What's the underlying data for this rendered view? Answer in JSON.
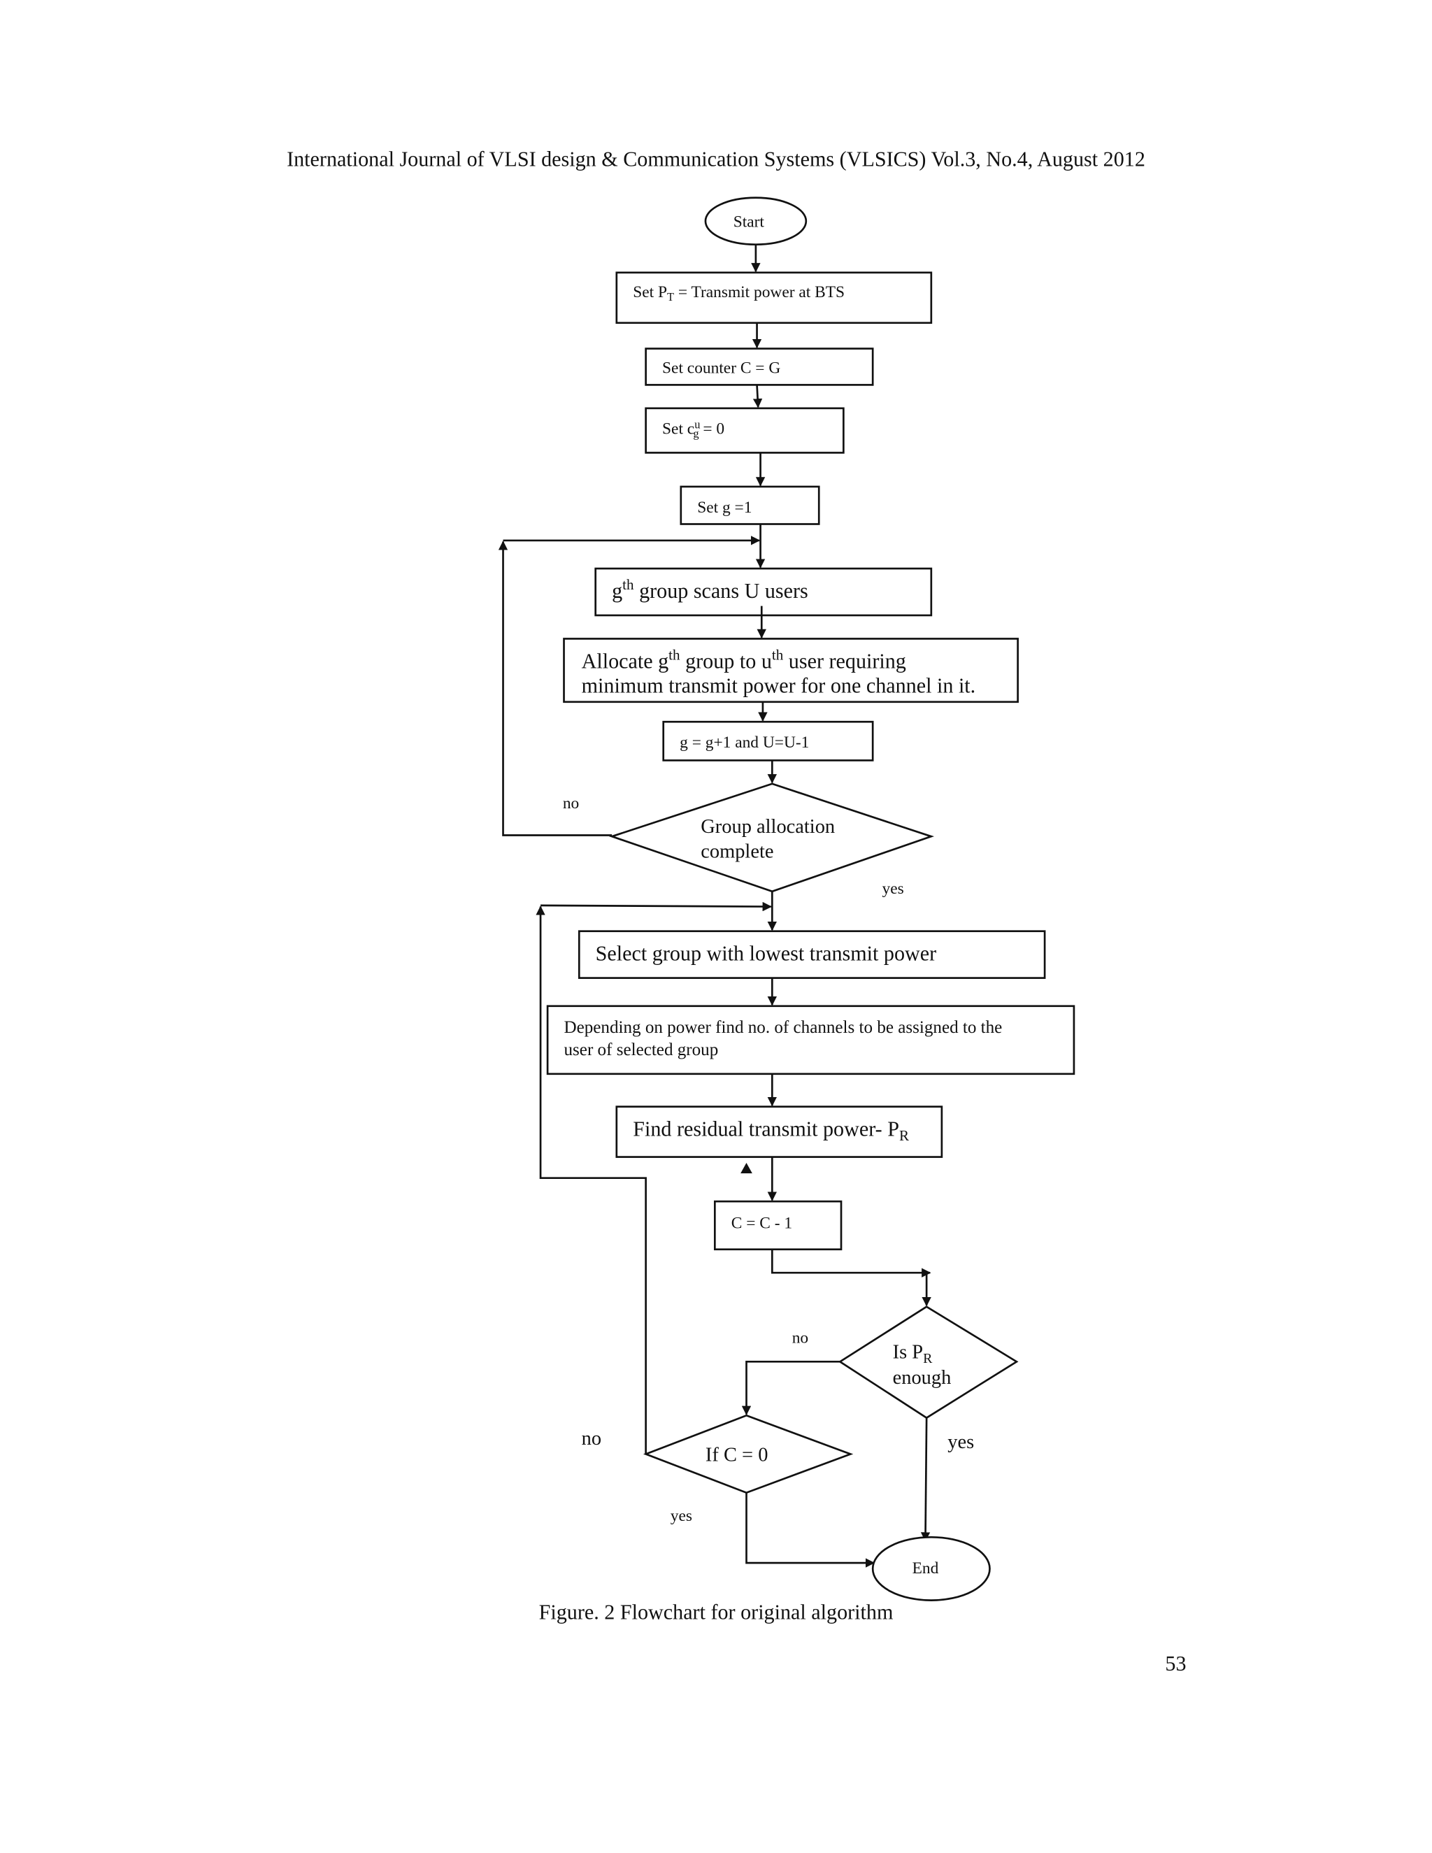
{
  "header": "International Journal of VLSI design & Communication Systems (VLSICS) Vol.3, No.4, August 2012",
  "flowchart": {
    "start": "Start",
    "set_pt": {
      "prefix": "Set P",
      "sub": "T",
      "rest": " = Transmit power at BTS"
    },
    "set_counter": "Set counter C = G",
    "set_cgu": {
      "prefix": "Set  c",
      "sup": "u",
      "sub": "g",
      "rest": " = 0"
    },
    "set_g": "Set  g =1",
    "scan": {
      "g": "g",
      "sup": "th",
      "rest": " group scans U  users"
    },
    "allocate": {
      "line1_a": "Allocate g",
      "sup1": "th",
      "line1_b": " group to u",
      "sup2": "th",
      "line1_c": " user requiring",
      "line2": "minimum transmit power for one channel  in it."
    },
    "increment": "g = g+1 and U=U-1",
    "decision_group": {
      "line1": "Group  allocation",
      "line2": "complete",
      "no": "no",
      "yes": "yes"
    },
    "select_group": "Select group with lowest transmit power",
    "depending": {
      "line1": "Depending on power find no. of channels to be assigned to the",
      "line2": "user of selected group"
    },
    "residual": {
      "prefix": "Find residual transmit power- P",
      "sub": "R"
    },
    "decrement": "C = C - 1",
    "decision_pr": {
      "prefix": "Is P",
      "sub": "R",
      "line2": "enough",
      "no": "no",
      "yes": "yes"
    },
    "decision_c": {
      "label": "If  C = 0",
      "no": "no",
      "yes": "yes"
    },
    "end": "End"
  },
  "caption": "Figure. 2 Flowchart for original algorithm",
  "page_number": "53"
}
